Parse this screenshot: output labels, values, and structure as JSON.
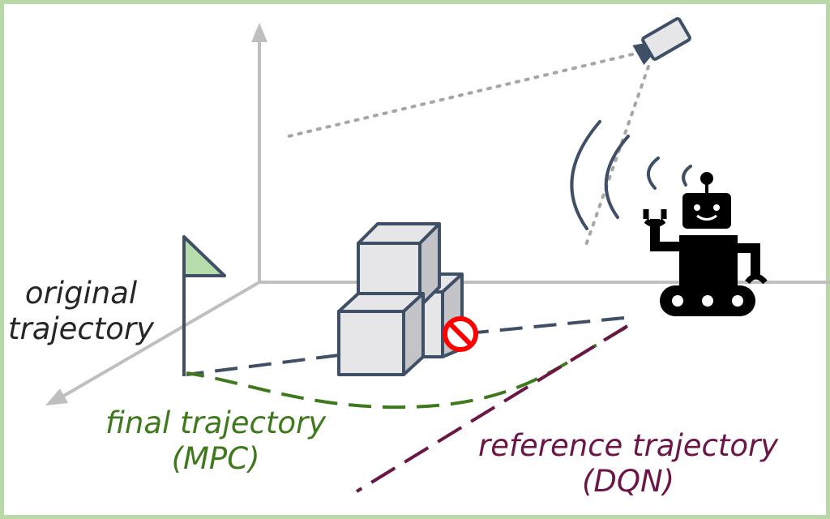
{
  "labels": {
    "original_line1": "original",
    "original_line2": "trajectory",
    "final_line1": "final trajectory",
    "final_line2": "(MPC)",
    "reference_line1": "reference trajectory",
    "reference_line2": "(DQN)"
  },
  "colors": {
    "frame": "#b9d7a8",
    "axis": "#bfbfbf",
    "outline": "#3e4f66",
    "box_fill": "#e6e6e8",
    "box_side": "#c4c4c8",
    "flag_fill": "#b6dcac",
    "original_path": "#3e4f66",
    "final_path": "#3e7a1c",
    "reference_path": "#6b1646",
    "stop_sign": "#ff0000",
    "robot": "#000000",
    "sensor_dots": "#a6a6a6"
  },
  "icons": [
    "goal-flag-icon",
    "obstacle-boxes-icon",
    "stop-sign-icon",
    "camera-icon",
    "robot-icon",
    "signal-waves-icon"
  ]
}
